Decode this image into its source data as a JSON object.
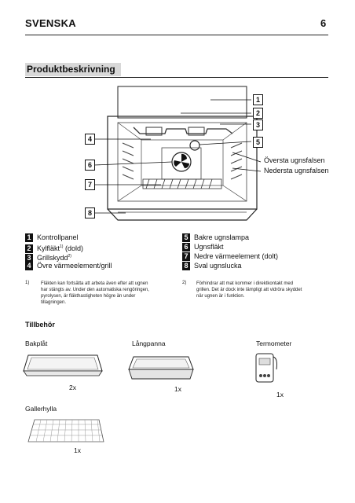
{
  "header": {
    "language": "SVENSKA",
    "page_number": "6"
  },
  "section": {
    "title": "Produktbeskrivning"
  },
  "callouts": [
    "1",
    "2",
    "3",
    "4",
    "5",
    "6",
    "7",
    "8"
  ],
  "diagram_labels": {
    "upper_runner": "Översta ugnsfalsen",
    "lower_runner": "Nedersta ugnsfalsen"
  },
  "legend": {
    "left": [
      {
        "num": "1",
        "text": "Kontrollpanel",
        "sup": ""
      },
      {
        "num": "2",
        "text": "Kylfläkt",
        "sup": "1)",
        "suffix": " (dold)"
      },
      {
        "num": "3",
        "text": "Grillskydd",
        "sup": "2)",
        "suffix": ""
      },
      {
        "num": "4",
        "text": "Övre värmeelement/grill",
        "sup": "",
        "suffix": ""
      }
    ],
    "right": [
      {
        "num": "5",
        "text": "Bakre ugnslampa"
      },
      {
        "num": "6",
        "text": "Ugnsfläkt"
      },
      {
        "num": "7",
        "text": "Nedre värmeelement (dolt)"
      },
      {
        "num": "8",
        "text": "Sval ugnslucka"
      }
    ]
  },
  "footnotes": [
    {
      "num": "1)",
      "lines": [
        "Fläkten kan fortsätta att arbeta även efter att ugnen",
        "har stängts av. Under den automatiska rengöringen,",
        "pyrolysen, är fläkthastigheten högre än under",
        "tillagningen."
      ]
    },
    {
      "num": "2)",
      "lines": [
        "Förhindrar att mat kommer i direktkontakt med",
        "grillen. Det är dock inte lämpligt att vidröra skyddet",
        "när ugnen är i funktion."
      ]
    }
  ],
  "accessories": {
    "title": "Tillbehör",
    "items": [
      {
        "label": "Bakplåt",
        "qty": "2x"
      },
      {
        "label": "Långpanna",
        "qty": "1x"
      },
      {
        "label": "Termometer",
        "qty": "1x"
      },
      {
        "label": "Gallerhylla",
        "qty": "1x"
      }
    ]
  }
}
